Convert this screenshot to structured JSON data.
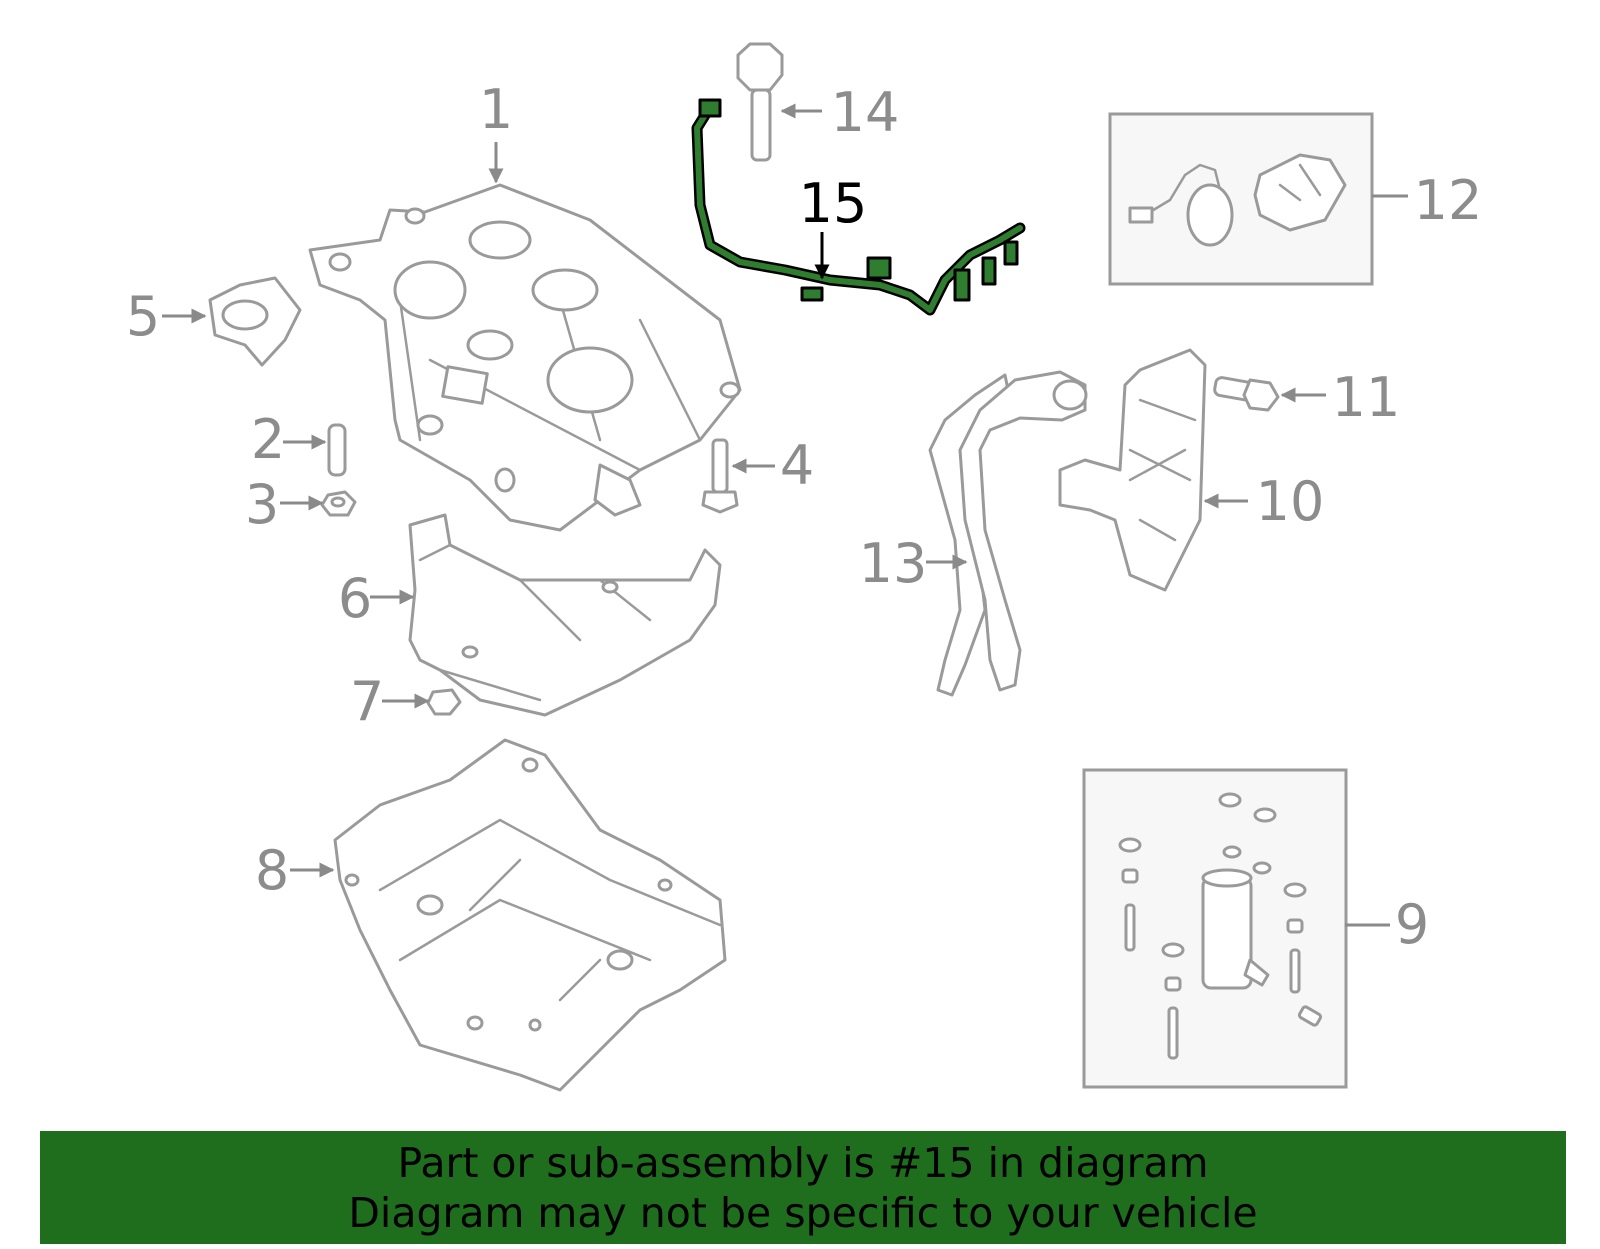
{
  "diagram": {
    "highlighted_part": "15",
    "callouts": [
      "1",
      "2",
      "3",
      "4",
      "5",
      "6",
      "7",
      "8",
      "9",
      "10",
      "11",
      "12",
      "13",
      "14",
      "15"
    ],
    "colors": {
      "highlight": "#2f7d2f",
      "banner": "#1e6e1e",
      "line_art": "#9a9a9a",
      "label": "#8c8c8c"
    }
  },
  "banner": {
    "line1": "Part or sub-assembly is #15 in diagram",
    "line2": "Diagram may not be specific to your vehicle"
  }
}
